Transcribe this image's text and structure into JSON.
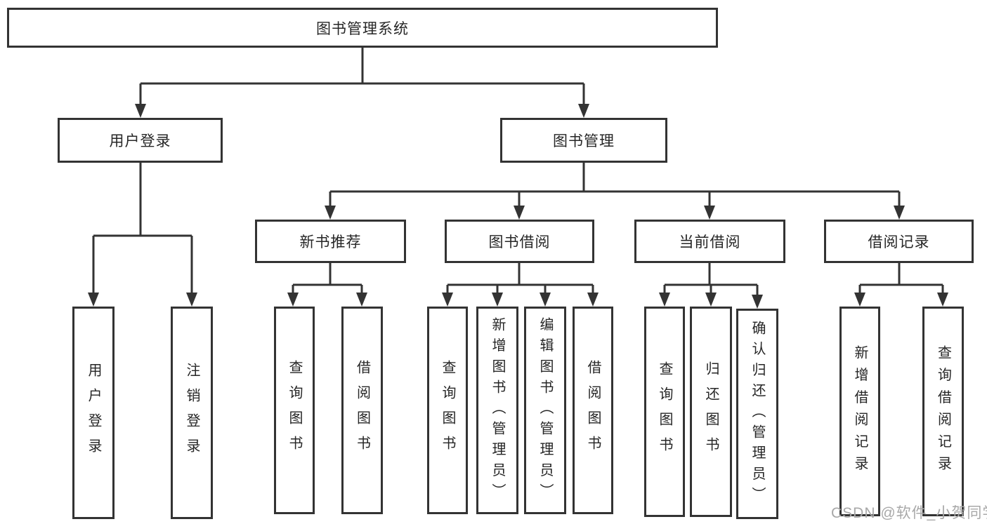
{
  "tree": {
    "label": "图书管理系统",
    "children": [
      {
        "label": "用户登录",
        "children": [
          {
            "label": "用户登录"
          },
          {
            "label": "注销登录"
          }
        ]
      },
      {
        "label": "图书管理",
        "children": [
          {
            "label": "新书推荐",
            "children": [
              {
                "label": "查询图书"
              },
              {
                "label": "借阅图书"
              }
            ]
          },
          {
            "label": "图书借阅",
            "children": [
              {
                "label": "查询图书"
              },
              {
                "label": "新增图书（管理员）"
              },
              {
                "label": "编辑图书（管理员）"
              },
              {
                "label": "借阅图书"
              }
            ]
          },
          {
            "label": "当前借阅",
            "children": [
              {
                "label": "查询图书"
              },
              {
                "label": "归还图书"
              },
              {
                "label": "确认归还（管理员）"
              }
            ]
          },
          {
            "label": "借阅记录",
            "children": [
              {
                "label": "新增借阅记录"
              },
              {
                "label": "查询借阅记录"
              }
            ]
          }
        ]
      }
    ]
  },
  "watermark": "CSDN @软件_小贺同学",
  "colors": {
    "line": "#333333",
    "box_border": "#333333",
    "box_fill": "#ffffff",
    "text": "#262626",
    "watermark": "#a8a8a8",
    "background": "#ffffff"
  }
}
